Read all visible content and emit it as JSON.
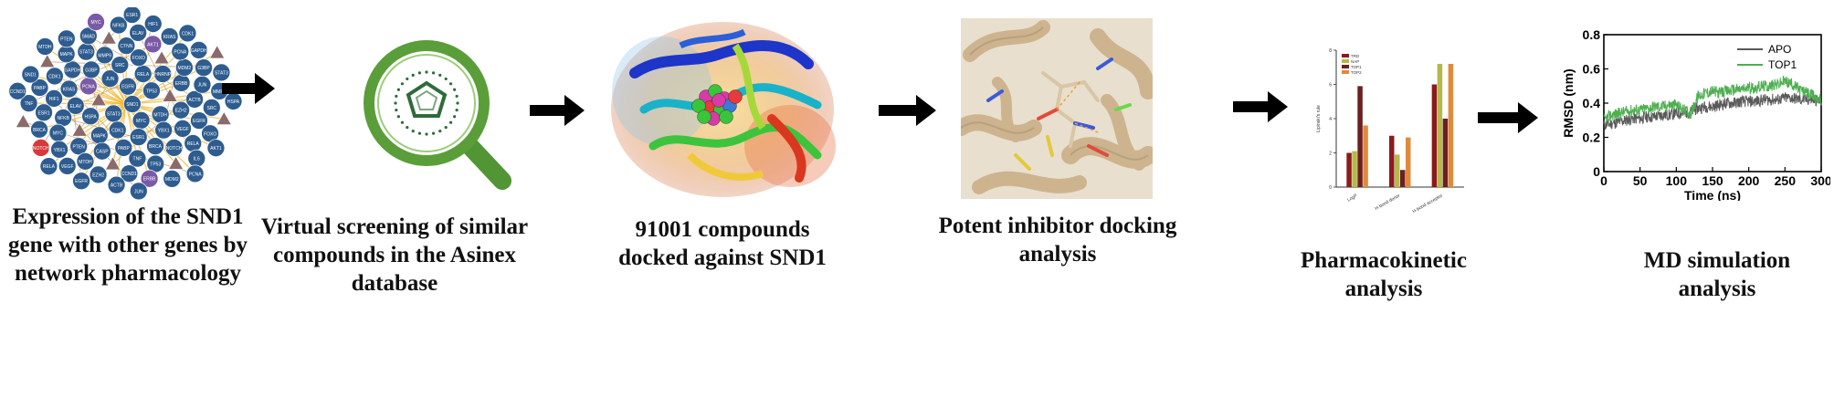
{
  "steps": [
    {
      "id": "network",
      "caption": "Expression of the SND1 gene with other genes by network pharmacology"
    },
    {
      "id": "screening",
      "caption": "Virtual screening of similar compounds in the Asinex database"
    },
    {
      "id": "docking",
      "caption": "91001 compounds docked against SND1"
    },
    {
      "id": "inhibitor",
      "caption": "Potent inhibitor docking analysis"
    },
    {
      "id": "pharmacokinetic",
      "caption": "Pharmacokinetic analysis"
    },
    {
      "id": "md",
      "caption": "MD simulation analysis"
    }
  ],
  "network_genes": [
    "SND1",
    "STAT3",
    "EGFR",
    "MYC",
    "AKT1",
    "TP53",
    "CDK1",
    "JUN",
    "MTDH",
    "HSPA",
    "RELA",
    "ESR1",
    "PCNA",
    "CCND1",
    "MAPK",
    "SRC",
    "YBX1",
    "ELAV",
    "HNRNP",
    "PABP",
    "G3BP",
    "EZH2",
    "SMAD",
    "FOXO",
    "BRCA",
    "KRAS",
    "ERBB",
    "CASP",
    "MMP9",
    "VEGF",
    "NFKB",
    "IL6",
    "TNF",
    "GAPDH",
    "ACTB",
    "PTEN",
    "CTNN",
    "NOTCH",
    "HIF1",
    "MDM2"
  ],
  "pk_chart": {
    "type": "bar",
    "categories": [
      "LogP",
      "H-bond donor",
      "H-bond acceptor"
    ],
    "series": [
      {
        "name": "TRD",
        "color": "#8b1a1a",
        "values": [
          2.0,
          3.0,
          6.0
        ]
      },
      {
        "name": "NAP",
        "color": "#b5b84a",
        "values": [
          2.1,
          1.9,
          7.2
        ]
      },
      {
        "name": "TOP1",
        "color": "#6b2020",
        "values": [
          5.9,
          1.0,
          4.0
        ]
      },
      {
        "name": "TOP2",
        "color": "#e08a3c",
        "values": [
          3.6,
          2.9,
          7.2
        ]
      }
    ],
    "ylabel": "Lipinski's rule",
    "ylim": [
      0,
      8
    ]
  },
  "chart_data": {
    "type": "line",
    "xlabel": "Time (ns)",
    "ylabel": "RMSD (nm)",
    "xlim": [
      0,
      300
    ],
    "ylim": [
      0,
      0.8
    ],
    "xticks": [
      0,
      50,
      100,
      150,
      200,
      250,
      300
    ],
    "yticks": [
      0,
      0.2,
      0.4,
      0.6,
      0.8
    ],
    "legend_position": "top-right",
    "series": [
      {
        "name": "APO",
        "color": "#5a5a5a",
        "x": [
          0,
          10,
          20,
          30,
          40,
          50,
          60,
          70,
          80,
          90,
          100,
          110,
          120,
          130,
          140,
          150,
          160,
          170,
          180,
          190,
          200,
          210,
          220,
          230,
          240,
          250,
          260,
          270,
          280,
          290,
          300
        ],
        "y": [
          0.27,
          0.28,
          0.29,
          0.3,
          0.31,
          0.31,
          0.32,
          0.32,
          0.33,
          0.33,
          0.34,
          0.34,
          0.35,
          0.37,
          0.38,
          0.38,
          0.39,
          0.4,
          0.4,
          0.41,
          0.41,
          0.41,
          0.42,
          0.42,
          0.42,
          0.43,
          0.43,
          0.42,
          0.42,
          0.42,
          0.41
        ]
      },
      {
        "name": "TOP1",
        "color": "#4caf50",
        "x": [
          0,
          10,
          20,
          30,
          40,
          50,
          60,
          70,
          80,
          90,
          100,
          110,
          120,
          130,
          140,
          150,
          160,
          170,
          180,
          190,
          200,
          210,
          220,
          230,
          240,
          250,
          260,
          270,
          280,
          290,
          300
        ],
        "y": [
          0.3,
          0.33,
          0.34,
          0.35,
          0.36,
          0.36,
          0.37,
          0.38,
          0.38,
          0.39,
          0.39,
          0.36,
          0.34,
          0.44,
          0.46,
          0.47,
          0.46,
          0.47,
          0.48,
          0.48,
          0.49,
          0.49,
          0.5,
          0.5,
          0.51,
          0.53,
          0.51,
          0.48,
          0.46,
          0.44,
          0.42
        ]
      }
    ]
  },
  "colors": {
    "arrow": "#000000",
    "node": "#2e5c8e",
    "node_red": "#d9383a",
    "node_purple": "#7a5aa6",
    "magnifier": "#5a9e3a",
    "ribbon": "#c9b28f"
  }
}
